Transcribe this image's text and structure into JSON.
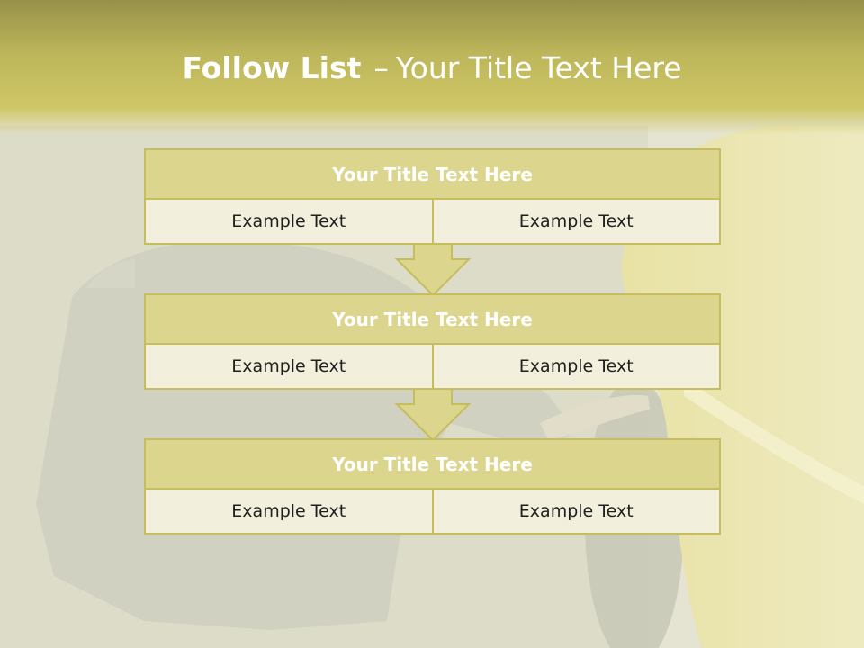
{
  "slide": {
    "title_bold": "Follow List",
    "title_dash": "–",
    "title_rest": "Your Title Text Here"
  },
  "blocks": [
    {
      "title": "Your Title Text Here",
      "left": "Example Text",
      "right": "Example Text"
    },
    {
      "title": "Your Title Text Here",
      "left": "Example Text",
      "right": "Example Text"
    },
    {
      "title": "Your Title Text Here",
      "left": "Example Text",
      "right": "Example Text"
    }
  ],
  "colors": {
    "header": "#bdb65a",
    "box_header": "#dcd58e",
    "box_border": "#c6bd5c",
    "box_cell": "#f2efdc"
  },
  "icons": [
    "down-arrow-icon",
    "down-arrow-icon"
  ]
}
